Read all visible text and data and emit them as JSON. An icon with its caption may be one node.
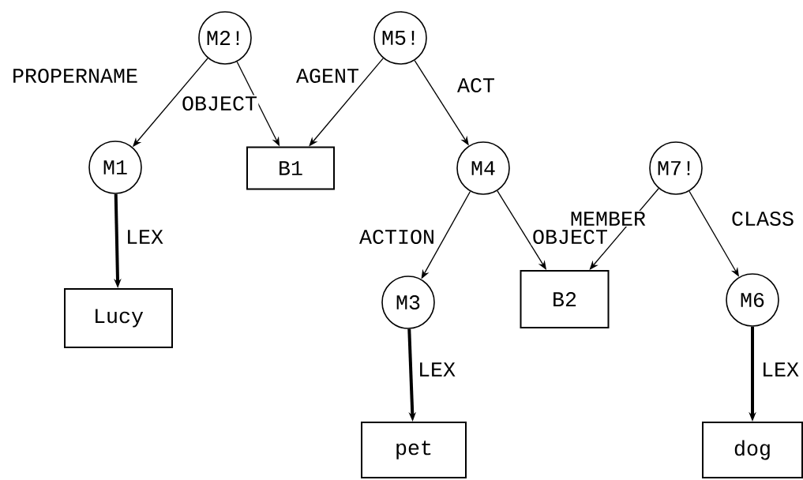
{
  "diagram": {
    "nodes": [
      {
        "text": [
          "M2!"
        ]
      },
      {
        "text": [
          "M5!"
        ]
      },
      {
        "text": [
          "M1"
        ]
      },
      {
        "text": [
          "B1"
        ]
      },
      {
        "text": [
          "M4"
        ]
      },
      {
        "text": [
          "M7!"
        ]
      },
      {
        "text": [
          "Lucy"
        ]
      },
      {
        "text": [
          "M3"
        ]
      },
      {
        "text": [
          "B2"
        ]
      },
      {
        "text": [
          "M6"
        ]
      },
      {
        "text": [
          "pet"
        ]
      },
      {
        "text": [
          "dog"
        ]
      }
    ],
    "edges": [
      {
        "from": 0,
        "to": 2,
        "arrow": "to",
        "label": "PROPERNAME"
      },
      {
        "from": 0,
        "to": 3,
        "arrow": "to",
        "label": "OBJECT"
      },
      {
        "from": 1,
        "to": 3,
        "arrow": "to",
        "label": "AGENT"
      },
      {
        "from": 1,
        "to": 4,
        "arrow": "to",
        "label": "ACT"
      },
      {
        "from": 2,
        "to": 6,
        "arrow": "to",
        "label": "LEX",
        "style": "thick"
      },
      {
        "from": 4,
        "to": 7,
        "arrow": "to",
        "label": "ACTION"
      },
      {
        "from": 4,
        "to": 8,
        "arrow": "to",
        "label": "OBJECT"
      },
      {
        "from": 5,
        "to": 8,
        "arrow": "to",
        "label": "MEMBER"
      },
      {
        "from": 5,
        "to": 9,
        "arrow": "to",
        "label": "CLASS"
      },
      {
        "from": 7,
        "to": 10,
        "arrow": "to",
        "label": "LEX",
        "style": "thick"
      },
      {
        "from": 9,
        "to": 11,
        "arrow": "to",
        "label": "LEX",
        "style": "thick"
      }
    ]
  }
}
